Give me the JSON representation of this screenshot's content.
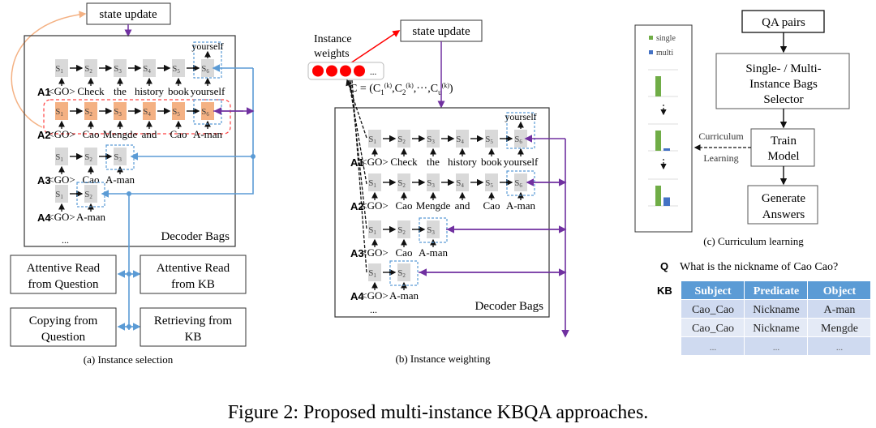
{
  "caption": "Figure 2: Proposed multi-instance KBQA approaches.",
  "colors": {
    "blue_line": "#5b9bd5",
    "purple_line": "#7030a0",
    "orange_line": "#f4b183",
    "red_dashed": "#ff4040",
    "state_gray": "#d9d9d9",
    "state_orange": "#f4b183",
    "weight_red": "#ff0000",
    "single_green": "#70ad47",
    "multi_blue": "#4472c4",
    "table_header": "#5b9bd5",
    "table_row": "#dae3f3"
  },
  "panel_a": {
    "caption": "(a) Instance selection",
    "state_update": "state update",
    "bag_label": "Decoder Bags",
    "ellipsis": "...",
    "rows": [
      {
        "label": "A1",
        "states": [
          "S1",
          "S2",
          "S3",
          "S4",
          "S5",
          "S6"
        ],
        "inputs": [
          "<GO>",
          "Check",
          "the",
          "history",
          "book",
          "yourself"
        ],
        "output": "yourself",
        "highlight": false
      },
      {
        "label": "A2",
        "states": [
          "S1",
          "S2",
          "S3",
          "S4",
          "S5",
          "S6"
        ],
        "inputs": [
          "<GO>",
          "Cao",
          "Mengde",
          "and",
          "Cao",
          "A-man"
        ],
        "output": "",
        "highlight": true
      },
      {
        "label": "A3",
        "states": [
          "S1",
          "S2",
          "S3"
        ],
        "inputs": [
          "<GO>",
          "Cao",
          "A-man"
        ],
        "output": "",
        "highlight": false
      },
      {
        "label": "A4",
        "states": [
          "S1",
          "S2"
        ],
        "inputs": [
          "<GO>",
          "A-man"
        ],
        "output": "",
        "highlight": false
      }
    ],
    "modules": [
      "Attentive Read from Question",
      "Attentive Read from KB",
      "Copying from Question",
      "Retrieving from KB"
    ]
  },
  "panel_b": {
    "caption": "(b) Instance weighting",
    "state_update": "state update",
    "weights_label": "Instance weights",
    "weights_ellipsis": "...",
    "formula": "C = (C1(k), C2(k), ..., Cu(k))",
    "bag_label": "Decoder Bags",
    "ellipsis": "...",
    "rows": [
      {
        "label": "A1",
        "states": [
          "S1",
          "S2",
          "S3",
          "S4",
          "S5",
          "S6"
        ],
        "inputs": [
          "<GO>",
          "Check",
          "the",
          "history",
          "book",
          "yourself"
        ],
        "output": "yourself"
      },
      {
        "label": "A2",
        "states": [
          "S1",
          "S2",
          "S3",
          "S4",
          "S5",
          "S6"
        ],
        "inputs": [
          "<GO>",
          "Cao",
          "Mengde",
          "and",
          "Cao",
          "A-man"
        ],
        "output": ""
      },
      {
        "label": "A3",
        "states": [
          "S1",
          "S2",
          "S3"
        ],
        "inputs": [
          "<GO>",
          "Cao",
          "A-man"
        ],
        "output": ""
      },
      {
        "label": "A4",
        "states": [
          "S1",
          "S2"
        ],
        "inputs": [
          "<GO>",
          "A-man"
        ],
        "output": ""
      }
    ]
  },
  "panel_c": {
    "caption": "(c)  Curriculum learning",
    "legend": {
      "single": "single",
      "multi": "multi"
    },
    "stages": [
      {
        "single": 1.0,
        "multi": 0.0
      },
      {
        "single": 1.0,
        "multi": 0.12
      },
      {
        "single": 1.0,
        "multi": 0.42
      }
    ],
    "flow": [
      "QA pairs",
      "Single- / Multi- Instance Bags Selector",
      "Train Model",
      "Generate Answers"
    ],
    "curriculum_label_1": "Curriculum",
    "curriculum_label_2": "Learning",
    "question_prefix": "Q",
    "question": "What is the nickname of Cao Cao?",
    "kb_prefix": "KB",
    "table": {
      "headers": [
        "Subject",
        "Predicate",
        "Object"
      ],
      "rows": [
        [
          "Cao_Cao",
          "Nickname",
          "A-man"
        ],
        [
          "Cao_Cao",
          "Nickname",
          "Mengde"
        ],
        [
          "...",
          "...",
          "..."
        ]
      ]
    }
  }
}
